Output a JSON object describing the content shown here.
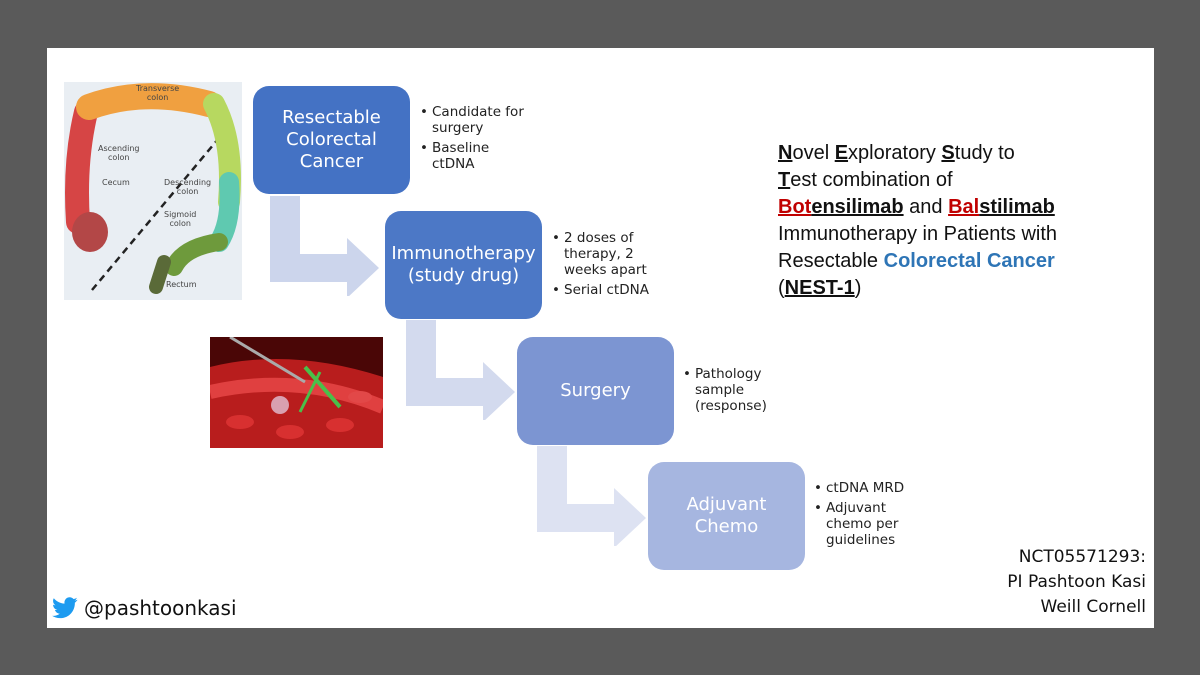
{
  "colon_labels": {
    "transverse": "Transverse\ncolon",
    "ascending": "Ascending\ncolon",
    "cecum": "Cecum",
    "descending": "Descending\ncolon",
    "sigmoid": "Sigmoid\ncolon",
    "rectum": "Rectum"
  },
  "steps": [
    {
      "label": "Resectable\nColorectal\nCancer",
      "color": "#4472c4",
      "bullets": [
        "Candidate for\nsurgery",
        "Baseline\nctDNA"
      ]
    },
    {
      "label": "Immunotherapy\n(study drug)",
      "color": "#4c78c6",
      "bullets": [
        "2 doses of\ntherapy, 2\nweeks apart",
        "Serial ctDNA"
      ]
    },
    {
      "label": "Surgery",
      "color": "#7c95d2",
      "bullets": [
        "Pathology\nsample\n(response)"
      ]
    },
    {
      "label": "Adjuvant Chemo",
      "color": "#a6b6e0",
      "bullets": [
        "ctDNA MRD",
        "Adjuvant\nchemo per\nguidelines"
      ]
    }
  ],
  "title": {
    "n": "N",
    "ovel": "ovel ",
    "e": "E",
    "xploratory": "xploratory  ",
    "s": "S",
    "tudy_to": "tudy to",
    "t": "T",
    "est_combo": "est combination of",
    "bot": "Bot",
    "ensilimab": "ensilimab",
    "and": " and ",
    "bal": "Bal",
    "stilimab": "stilimab ",
    "line4": "Immunotherapy in Patients with",
    "resectable": "Resectable ",
    "crc": "Colorectal Cancer",
    "open": "(",
    "nest": "NEST-1",
    "close": ")"
  },
  "trial": {
    "id": "NCT05571293:",
    "pi": "PI Pashtoon Kasi",
    "inst": "Weill Cornell"
  },
  "handle": "@pashtoonkasi",
  "colors": {
    "twitter": "#1d9bf0",
    "red": "#c00000",
    "blue": "#2e75b6"
  }
}
